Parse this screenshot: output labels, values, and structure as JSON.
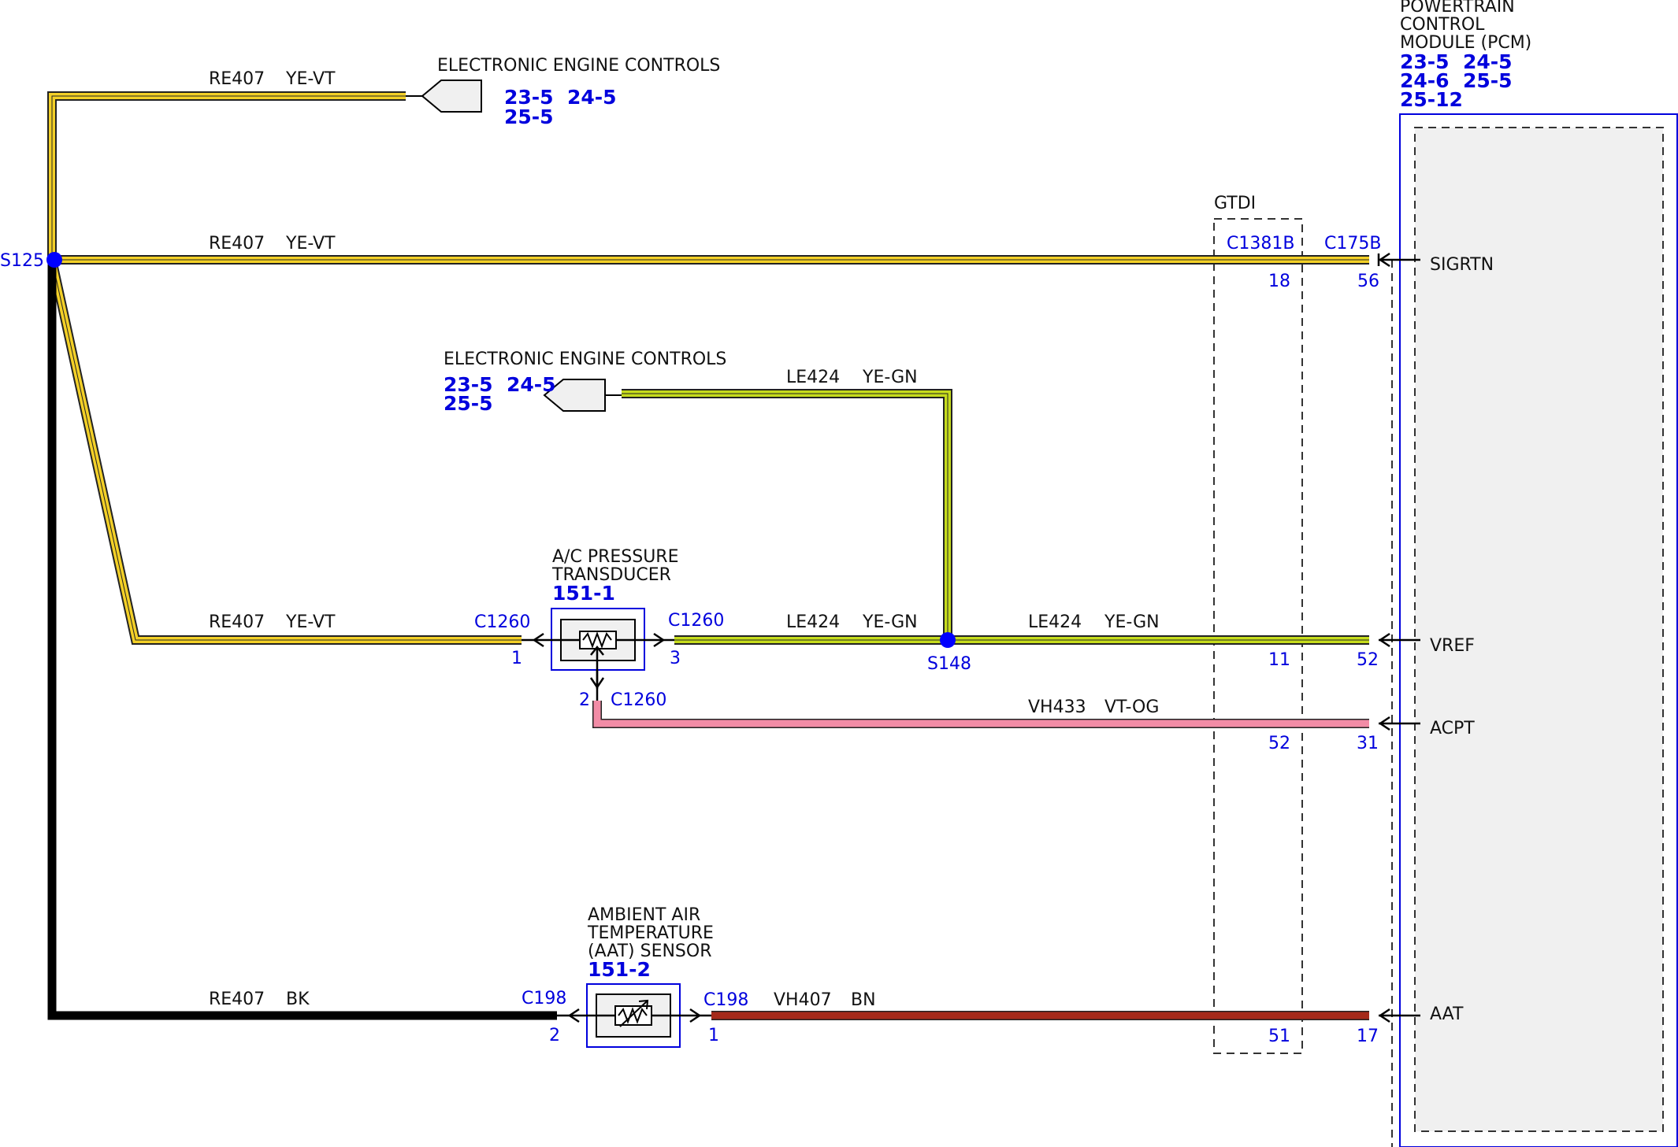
{
  "colors": {
    "yellow": "#f3d027",
    "yellow_green": "#c6dc1c",
    "pink": "#f28ca6",
    "brown": "#a52a1a",
    "black": "#000000",
    "ref_blue": "#0000dd",
    "box_fill": "#f0f0f0"
  },
  "pcm": {
    "title_lines": [
      "POWERTRAIN",
      "CONTROL",
      "MODULE (PCM)"
    ],
    "refs": [
      "23-5  24-5",
      "24-6  25-5",
      "25-12"
    ],
    "pins": [
      "SIGRTN",
      "VREF",
      "ACPT",
      "AAT"
    ]
  },
  "eec_top": {
    "title": "ELECTRONIC ENGINE CONTROLS",
    "refs": [
      "23-5  24-5",
      "25-5"
    ]
  },
  "eec_mid": {
    "title": "ELECTRONIC ENGINE CONTROLS",
    "refs": [
      "23-5  24-5",
      "25-5"
    ]
  },
  "gtdi": {
    "label": "GTDI",
    "connector": "C1381B",
    "pins": [
      "18",
      "11",
      "52",
      "51"
    ]
  },
  "pcm_connector": {
    "name": "C175B",
    "pins": [
      "56",
      "52",
      "31",
      "17"
    ]
  },
  "splices": {
    "s125": "S125",
    "s148": "S148"
  },
  "ac_sensor": {
    "title_lines": [
      "A/C PRESSURE",
      "TRANSDUCER"
    ],
    "ref": "151-1",
    "conn_left": "C1260",
    "pin_left": "1",
    "conn_right": "C1260",
    "pin_right": "3",
    "pin_bottom": "2",
    "conn_bottom": "C1260"
  },
  "aat_sensor": {
    "title_lines": [
      "AMBIENT AIR",
      "TEMPERATURE",
      "(AAT) SENSOR"
    ],
    "ref": "151-2",
    "conn_left": "C198",
    "pin_left": "2",
    "conn_right": "C198",
    "pin_right": "1"
  },
  "wires": {
    "top": {
      "circuit": "RE407",
      "color": "YE-VT"
    },
    "sigrtn": {
      "circuit": "RE407",
      "color": "YE-VT"
    },
    "eec_mid": {
      "circuit": "LE424",
      "color": "YE-GN"
    },
    "ac_left": {
      "circuit": "RE407",
      "color": "YE-VT"
    },
    "ac_right": {
      "circuit": "LE424",
      "color": "YE-GN"
    },
    "vref": {
      "circuit": "LE424",
      "color": "YE-GN"
    },
    "acpt": {
      "circuit": "VH433",
      "color": "VT-OG"
    },
    "aat_left": {
      "circuit": "RE407",
      "color": "BK"
    },
    "aat_right": {
      "circuit": "VH407",
      "color": "BN"
    }
  }
}
